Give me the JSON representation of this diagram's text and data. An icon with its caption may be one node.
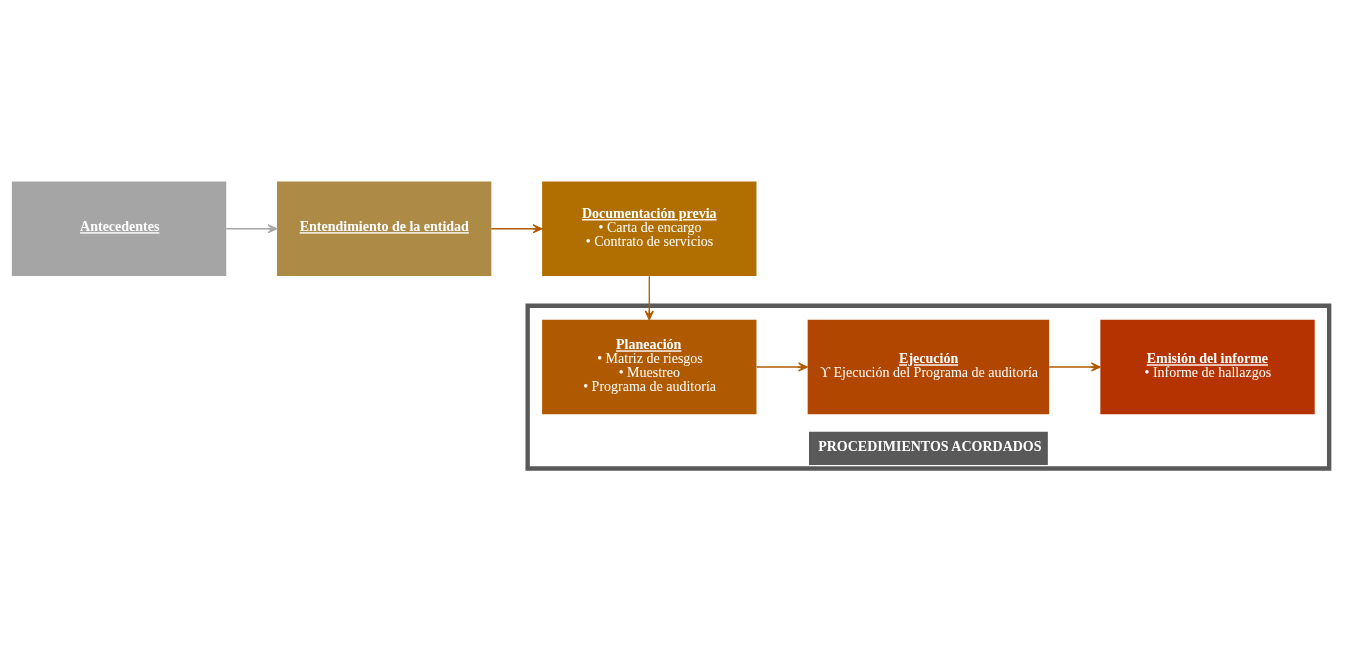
{
  "diagram": {
    "nodes": [
      {
        "text": [
          "Antecedentes"
        ]
      },
      {
        "text": [
          "Entendimiento de la entidad"
        ]
      },
      {
        "text": [
          "Documentación previa",
          "• Carta de encargo",
          "• Contrato de servicios"
        ]
      },
      {
        "text": [
          "PROCEDIMIENTOS ACORDADOS"
        ]
      },
      {
        "text": [
          "Planeación",
          "• Matriz de riesgos",
          "• Muestreo",
          "• Programa de auditoría"
        ],
        "in": 3
      },
      {
        "text": [
          "Ejecución",
          "ϒ Ejecución del Programa de auditoría"
        ],
        "in": 3
      },
      {
        "text": [
          "Emisión del informe",
          "• Informe de hallazgos"
        ],
        "in": 3
      }
    ],
    "edges": [
      {
        "from": 0,
        "to": 1,
        "arrow": "to",
        "color": "#a6a6a6"
      },
      {
        "from": 1,
        "to": 2,
        "arrow": "to"
      },
      {
        "from": 2,
        "to": 4,
        "arrow": "to"
      },
      {
        "from": 4,
        "to": 5,
        "arrow": "to"
      },
      {
        "from": 5,
        "to": 6,
        "arrow": "to"
      }
    ]
  }
}
